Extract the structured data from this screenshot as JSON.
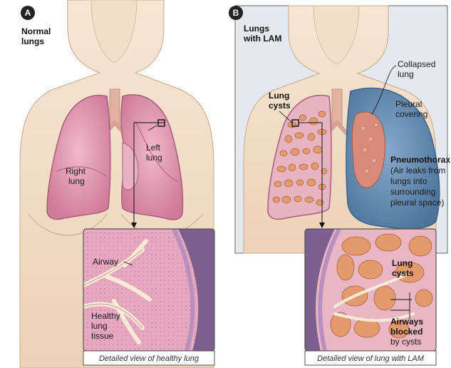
{
  "panel_a": {
    "badge": "A",
    "title_line1": "Normal",
    "title_line2": "lungs",
    "right_lung_line1": "Right",
    "right_lung_line2": "lung",
    "left_lung_line1": "Left",
    "left_lung_line2": "lung",
    "inset_airway": "Airway",
    "inset_tissue_line1": "Healthy",
    "inset_tissue_line2": "lung",
    "inset_tissue_line3": "tissue",
    "inset_caption": "Detailed view of healthy lung"
  },
  "panel_b": {
    "badge": "B",
    "title_line1": "Lungs",
    "title_line2": "with LAM",
    "collapsed_line1": "Collapsed",
    "collapsed_line2": "lung",
    "cysts_line1": "Lung",
    "cysts_line2": "cysts",
    "pleural_line1": "Pleural",
    "pleural_line2": "covering",
    "pneumo_title": "Pneumothorax",
    "pneumo_line1": "(Air leaks from",
    "pneumo_line2": "lungs into",
    "pneumo_line3": "surrounding",
    "pneumo_line4": "pleural space)",
    "inset_cysts_line1": "Lung",
    "inset_cysts_line2": "cysts",
    "inset_airways_line1": "Airways",
    "inset_airways_line2": "blocked",
    "inset_airways_line3": "by cysts",
    "inset_caption": "Detailed view of lung with LAM"
  },
  "colors": {
    "skin": "#f2dcc6",
    "skin_edge": "#c9a98c",
    "lung": "#d98aa6",
    "lung_dark": "#b86685",
    "pneumo": "#5f86ad",
    "panel_b_bg": "#e4e9f0",
    "cyst": "#e59a6e"
  }
}
